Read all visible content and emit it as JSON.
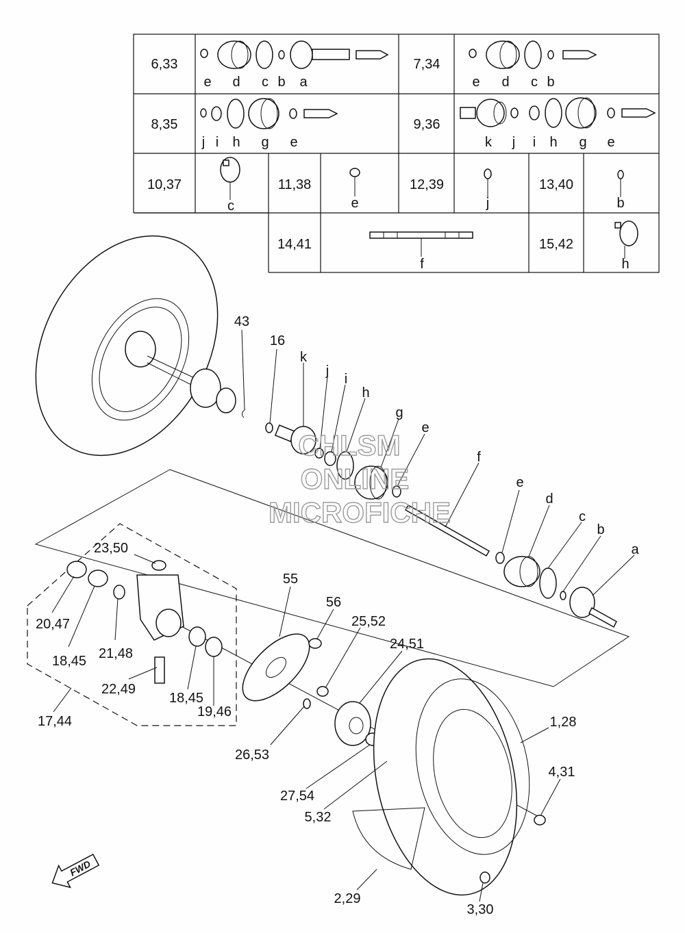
{
  "table": {
    "rows": [
      [
        {
          "ref": "6,33",
          "letters": [
            "e",
            "d",
            "c",
            "b",
            "a"
          ]
        },
        {
          "ref": "7,34",
          "letters": [
            "e",
            "d",
            "c",
            "b"
          ]
        }
      ],
      [
        {
          "ref": "8,35",
          "letters": [
            "j",
            "i",
            "h",
            "g",
            "e"
          ]
        },
        {
          "ref": "9,36",
          "letters": [
            "k",
            "j",
            "i",
            "h",
            "g",
            "e"
          ]
        }
      ],
      [
        {
          "ref": "10,37",
          "letters": [
            "c"
          ]
        },
        {
          "ref": "11,38",
          "letters": [
            "e"
          ]
        },
        {
          "ref": "12,39",
          "letters": [
            "j"
          ]
        },
        {
          "ref": "13,40",
          "letters": [
            "b"
          ]
        }
      ],
      [
        {
          "ref": "14,41",
          "letters": [
            "f"
          ]
        },
        {
          "ref": "15,42",
          "letters": [
            "h"
          ]
        }
      ]
    ]
  },
  "callouts": [
    "43",
    "16",
    "k",
    "j",
    "i",
    "h",
    "g",
    "e",
    "f",
    "e",
    "d",
    "c",
    "b",
    "a",
    "23,50",
    "20,47",
    "18,45",
    "21,48",
    "22,49",
    "17,44",
    "55",
    "56",
    "25,52",
    "24,51",
    "18,45",
    "19,46",
    "26,53",
    "27,54",
    "5,32",
    "1,28",
    "4,31",
    "2,29",
    "3,30"
  ],
  "watermark": [
    "CHLSM",
    "ONLINE",
    "MICROFICHE"
  ],
  "fwd_label": "FWD"
}
